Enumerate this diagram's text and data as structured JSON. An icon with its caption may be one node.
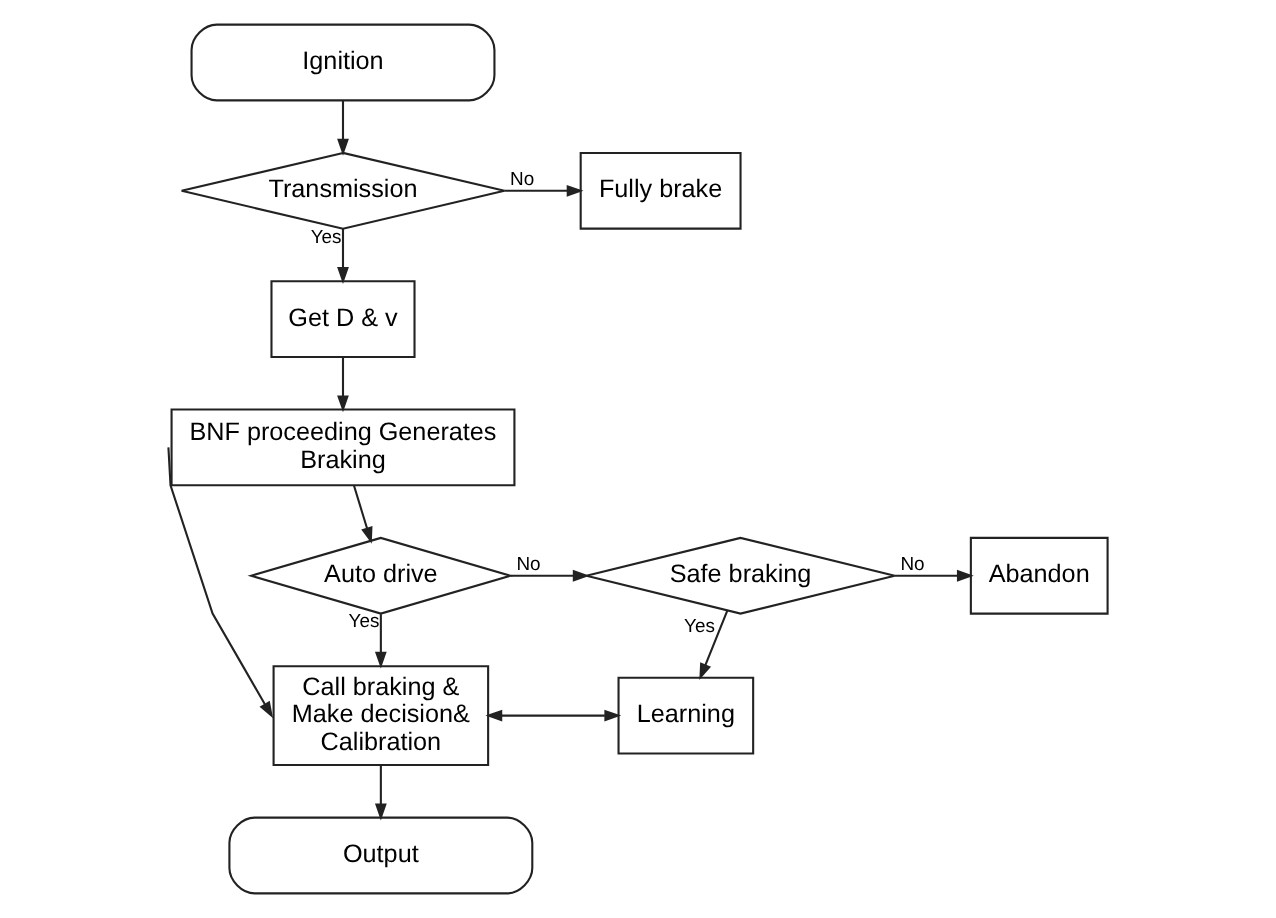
{
  "diagram": {
    "nodes": [
      {
        "text": [
          "Ignition"
        ]
      },
      {
        "text": [
          "Transmission"
        ]
      },
      {
        "text": [
          "Fully brake"
        ]
      },
      {
        "text": [
          "Get D & v"
        ]
      },
      {
        "text": [
          "BNF proceeding Generates Braking"
        ]
      },
      {
        "text": [
          "Auto drive"
        ]
      },
      {
        "text": [
          "Safe braking"
        ]
      },
      {
        "text": [
          "Abandon"
        ]
      },
      {
        "text": [
          "Call braking & Make decision& Calibration"
        ]
      },
      {
        "text": [
          "Learning"
        ]
      },
      {
        "text": [
          "Output"
        ]
      }
    ],
    "edges": [
      {
        "from": 0,
        "to": 1,
        "arrow": "to"
      },
      {
        "from": 1,
        "to": 2,
        "arrow": "to",
        "label": "No"
      },
      {
        "from": 1,
        "to": 3,
        "arrow": "to",
        "label": "Yes"
      },
      {
        "from": 3,
        "to": 4,
        "arrow": "to"
      },
      {
        "from": 4,
        "to": 5,
        "arrow": "to"
      },
      {
        "from": 5,
        "to": 6,
        "arrow": "to",
        "label": "No"
      },
      {
        "from": 6,
        "to": 7,
        "arrow": "to",
        "label": "No"
      },
      {
        "from": 6,
        "to": 9,
        "arrow": "to",
        "label": "Yes"
      },
      {
        "from": 5,
        "to": 8,
        "arrow": "to",
        "label": "Yes"
      },
      {
        "from": 4,
        "to": 8,
        "arrow": "to"
      },
      {
        "from": 8,
        "to": 9,
        "arrow": "both"
      },
      {
        "from": 8,
        "to": 10,
        "arrow": "to"
      }
    ]
  }
}
